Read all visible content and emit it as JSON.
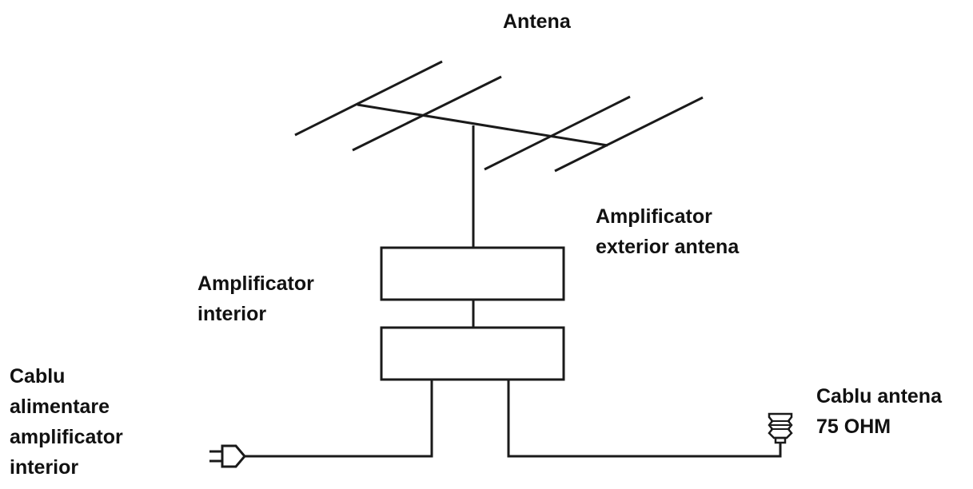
{
  "labels": {
    "antenna": "Antena",
    "outdoor_amplifier": [
      "Amplificator",
      "exterior antena"
    ],
    "indoor_amplifier": [
      "Amplificator",
      "interior"
    ],
    "power_cable": [
      "Cablu",
      "alimentare",
      "amplificator",
      "interior"
    ],
    "antenna_cable": [
      "Cablu antena",
      "75 OHM"
    ]
  },
  "colors": {
    "line": "#1a1a1a",
    "text": "#111111",
    "background": "#ffffff"
  },
  "icons": {
    "plug": "power-plug-icon",
    "connector": "coax-connector-icon"
  }
}
